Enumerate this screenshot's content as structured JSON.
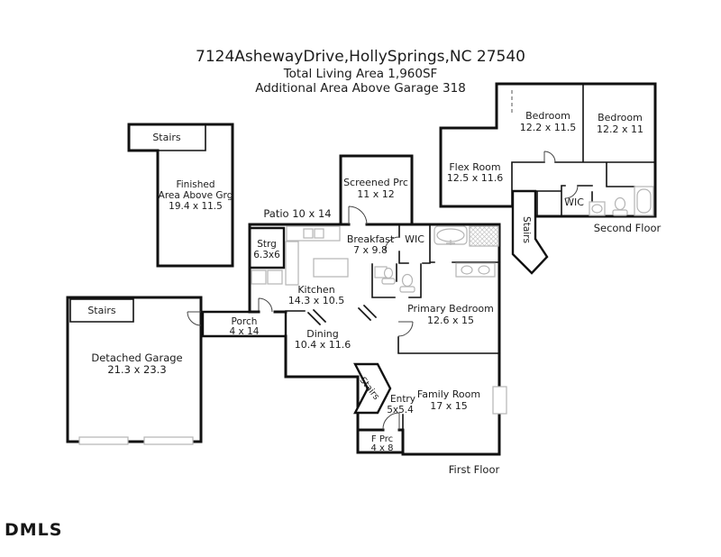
{
  "title": {
    "address": "7124AshewayDrive,HollySprings,NC 27540",
    "living_area": "Total Living Area 1,960SF",
    "additional_area": "Additional Area Above Garage 318"
  },
  "floor_labels": {
    "first": "First Floor",
    "second": "Second Floor"
  },
  "logo": "DMLS",
  "rooms": {
    "screened_prc": {
      "name": "Screened Prc",
      "dims": "11 x 12"
    },
    "patio": {
      "label": "Patio 10 x 14"
    },
    "strg": {
      "name": "Strg",
      "dims": "6.3x6"
    },
    "breakfast": {
      "name": "Breakfast",
      "dims": "7 x 9.8"
    },
    "wic_first": {
      "name": "WIC"
    },
    "kitchen": {
      "name": "Kitchen",
      "dims": "14.3 x 10.5"
    },
    "dining": {
      "name": "Dining",
      "dims": "10.4 x 11.6"
    },
    "primary_bedroom": {
      "name": "Primary Bedroom",
      "dims": "12.6 x 15"
    },
    "porch": {
      "name": "Porch",
      "dims": "4 x 14"
    },
    "entry": {
      "name": "Entry",
      "dims": "5x5.4"
    },
    "family_room": {
      "name": "Family Room",
      "dims": "17 x 15"
    },
    "f_prc": {
      "name": "F Prc",
      "dims": "4 x 8"
    },
    "stairs_entry": {
      "name": "Stairs"
    },
    "stairs_mid": {
      "name": "Stairs"
    },
    "detached_garage": {
      "name": "Detached Garage",
      "dims": "21.3 x 23.3"
    },
    "garage_stairs": {
      "name": "Stairs"
    },
    "finished_above": {
      "line1": "Finished",
      "line2": "Area Above Grg",
      "line3": "19.4 x 11.5"
    },
    "finished_stairs": {
      "name": "Stairs"
    },
    "bedroom_1": {
      "name": "Bedroom",
      "dims": "12.2 x 11.5"
    },
    "bedroom_2": {
      "name": "Bedroom",
      "dims": "12.2 x 11"
    },
    "flex_room": {
      "name": "Flex Room",
      "dims": "12.5 x 11.6"
    },
    "wic_second": {
      "name": "WIC"
    }
  },
  "colors": {
    "wall": "#111111",
    "fixture": "#b5b5b5",
    "text": "#1c1c1c",
    "background": "#ffffff"
  }
}
